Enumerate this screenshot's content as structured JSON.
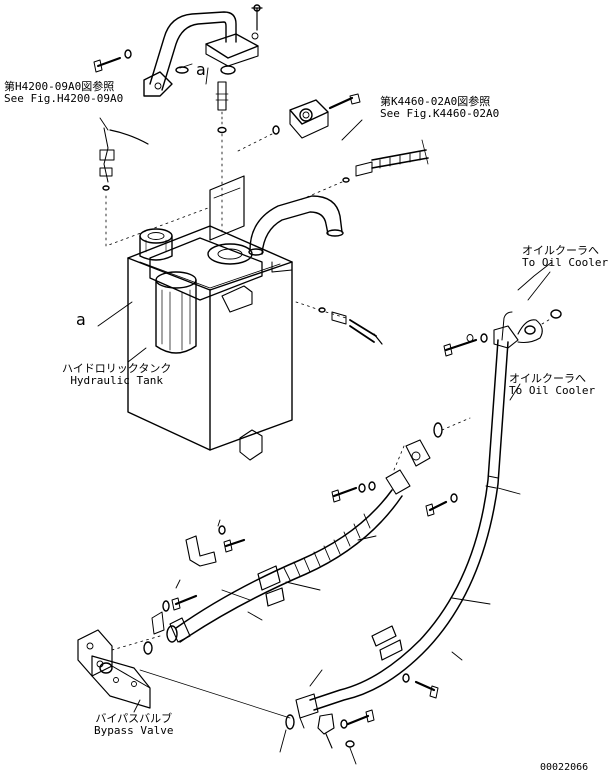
{
  "callouts": {
    "ref_h4200": {
      "jp": "第H4200-09A0図参照",
      "en": "See Fig.H4200-09A0"
    },
    "ref_k4460": {
      "jp": "第K4460-02A0図参照",
      "en": "See Fig.K4460-02A0"
    },
    "oil_cooler_1": {
      "jp": "オイルクーラへ",
      "en": "To Oil Cooler"
    },
    "oil_cooler_2": {
      "jp": "オイルクーラへ",
      "en": "To Oil Cooler"
    },
    "hydraulic_tank": {
      "jp": "ハイドロリックタンク",
      "en": "Hydraulic Tank"
    },
    "bypass_valve": {
      "jp": "バイパスバルブ",
      "en": "Bypass Valve"
    }
  },
  "markers": {
    "a_top": "a",
    "a_left": "a"
  },
  "drawing_number": "00022066"
}
